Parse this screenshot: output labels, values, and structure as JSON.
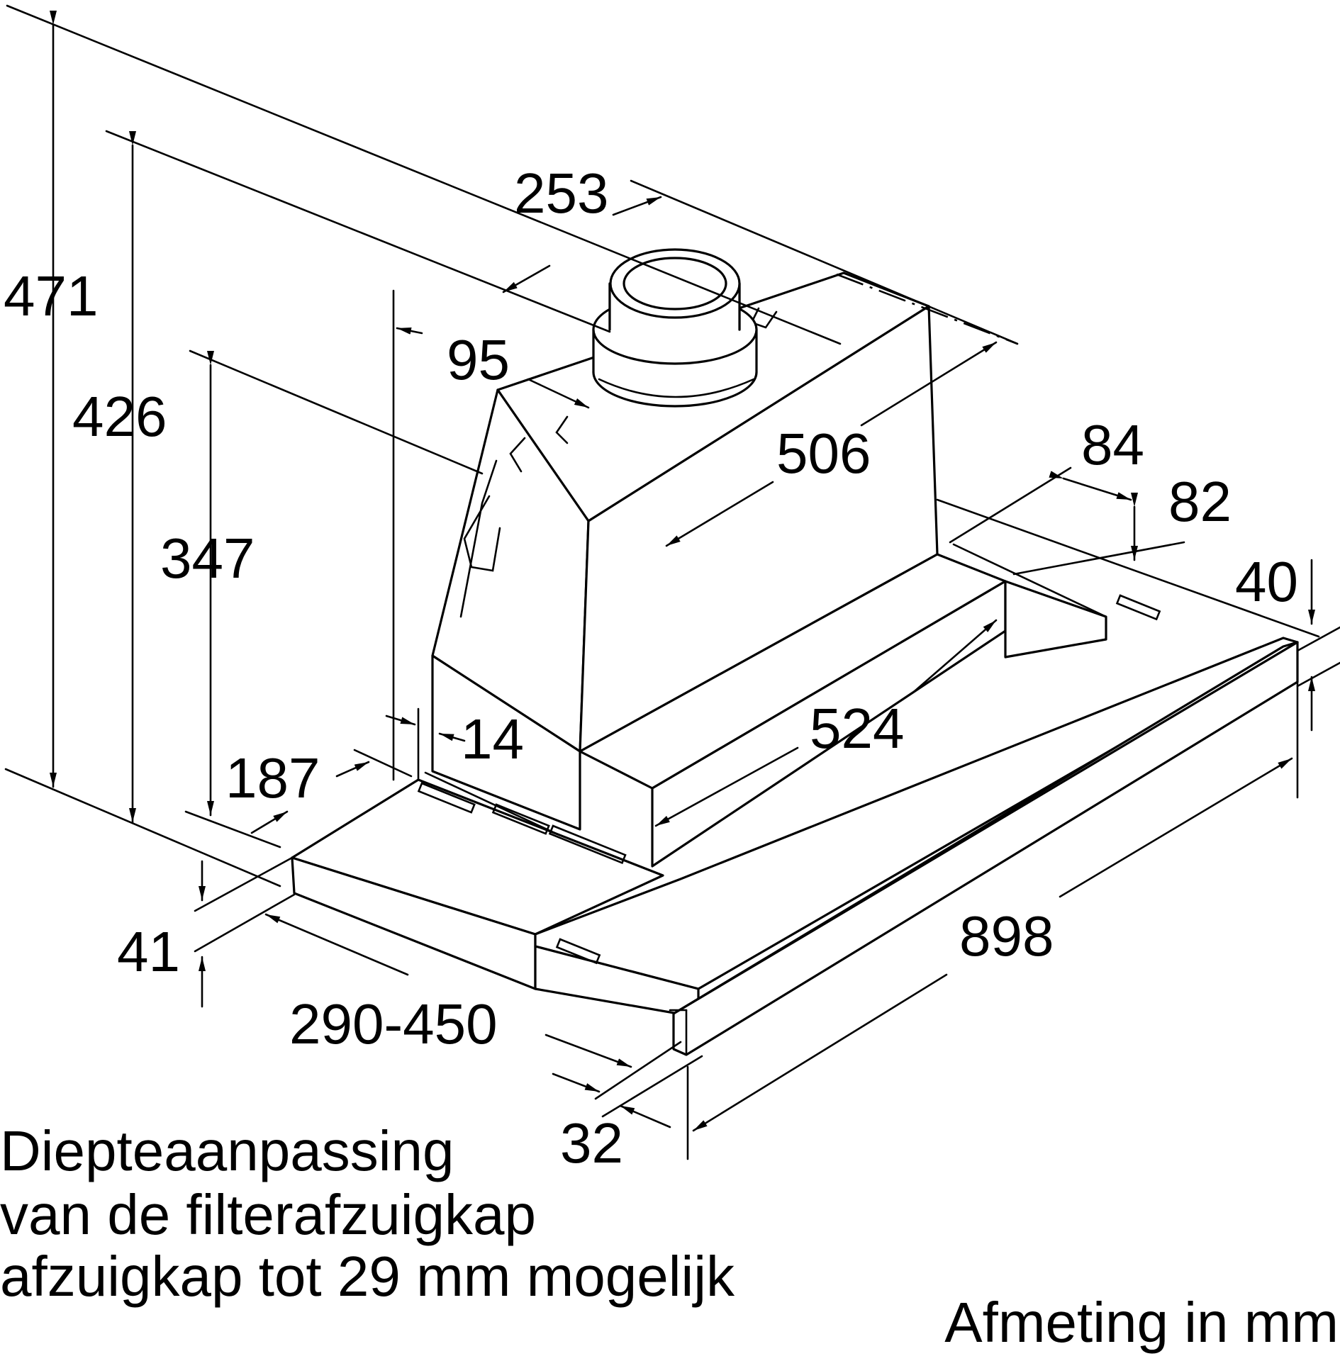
{
  "dimensions": {
    "overall_height": "471",
    "height_426": "426",
    "height_347": "347",
    "duct_diameter": "253",
    "duct_offset": "95",
    "body_depth": "506",
    "offset_84": "84",
    "offset_82": "82",
    "strip_height": "40",
    "gap_14": "14",
    "panel_187": "187",
    "panel_height": "41",
    "depth_range": "290-450",
    "body_width": "524",
    "overall_width": "898",
    "front_32": "32"
  },
  "notes": {
    "line1": "Diepteaanpassing",
    "line2": "van de filterafzuigkap",
    "line3": "afzuigkap tot 29 mm mogelijk"
  },
  "unit_label": "Afmeting in mm"
}
